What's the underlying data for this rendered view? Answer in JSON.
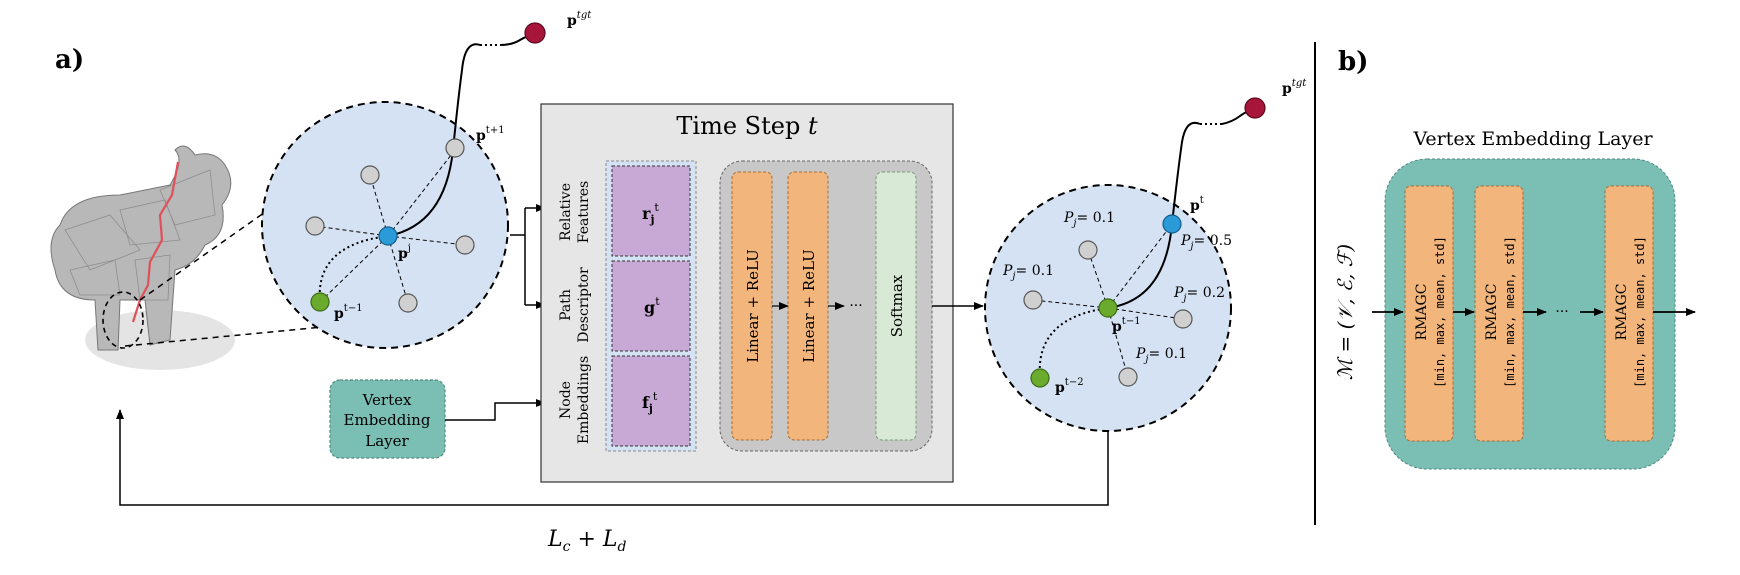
{
  "panel_a": {
    "label": "a)",
    "left_circle": {
      "p_t_plus_1": "p",
      "p_t_plus_1_sup": "t+1",
      "p_j": "p",
      "p_j_sup": "j",
      "p_t_minus_1": "p",
      "p_t_minus_1_sup": "t−1"
    },
    "target_left": {
      "base": "p",
      "sup": "tgt"
    },
    "time_step": {
      "title": "Time Step ",
      "title_var": "t",
      "row_labels": [
        [
          "Relative",
          "Features"
        ],
        [
          "Path",
          "Descriptor"
        ],
        [
          "Node",
          "Embeddings"
        ]
      ],
      "features": [
        {
          "base": "r",
          "sub": "j",
          "sup": "t"
        },
        {
          "base": "g",
          "sub": "",
          "sup": "t"
        },
        {
          "base": "f",
          "sub": "j",
          "sup": "t"
        }
      ],
      "layers": [
        "Linear + ReLU",
        "Linear + ReLU",
        "···",
        "Softmax"
      ]
    },
    "vertex_embedding_box": [
      "Vertex",
      "Embedding",
      "Layer"
    ],
    "right_circle": {
      "p_t": "p",
      "p_t_sup": "t",
      "p_t_minus_1": "p",
      "p_t_minus_1_sup": "t−1",
      "p_t_minus_2": "p",
      "p_t_minus_2_sup": "t−2",
      "probabilities": [
        "P",
        "= 0.1",
        "= 0.1",
        "= 0.5",
        "= 0.2",
        "= 0.1"
      ]
    },
    "target_right": {
      "base": "p",
      "sup": "tgt"
    },
    "loss": {
      "l1": "L",
      "sub1": "c",
      "plus": " + ",
      "l2": "L",
      "sub2": "d"
    }
  },
  "panel_b": {
    "label": "b)",
    "title": "Vertex Embedding Layer",
    "input": "ℳ = (𝒱, ℰ, ℱ)",
    "block_name": "RMAGC",
    "block_params": "[min, max, mean, std]",
    "dots": "···"
  },
  "colors": {
    "circle_fill": "#d5e2f3",
    "green_node": "#6aab2e",
    "blue_node": "#2b9ad8",
    "target_node": "#a8153a",
    "feature_purple": "#c8a8d4",
    "layer_orange": "#f2b57c",
    "softmax_green": "#d8e9d6",
    "embed_teal": "#7bbfb4",
    "gray_box": "#e6e6e6"
  }
}
